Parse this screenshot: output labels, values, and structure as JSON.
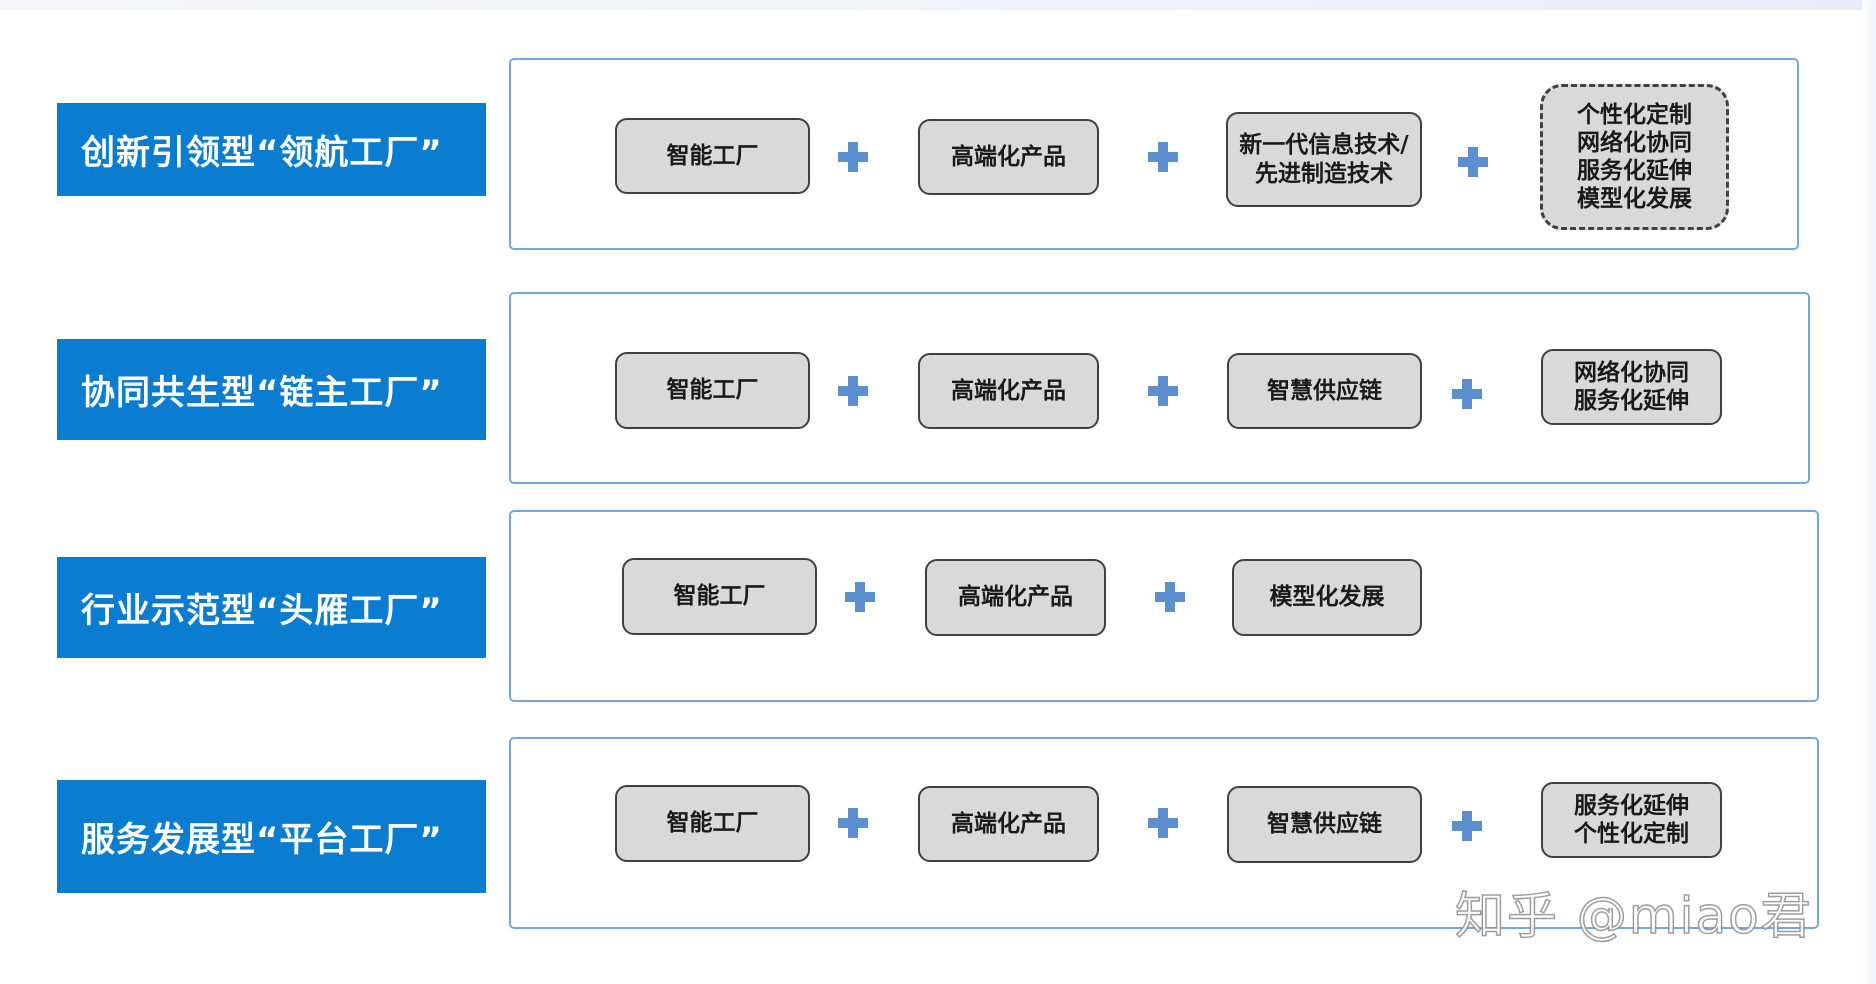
{
  "rows": [
    {
      "label": "创新引领型“领航工厂”",
      "nodes": [
        "智能工厂",
        "高端化产品",
        "新一代信息技术/\n先进制造技术",
        "个性化定制\n网络化协同\n服务化延伸\n模型化发展"
      ]
    },
    {
      "label": "协同共生型“链主工厂”",
      "nodes": [
        "智能工厂",
        "高端化产品",
        "智慧供应链",
        "网络化协同\n服务化延伸"
      ]
    },
    {
      "label": "行业示范型“头雁工厂”",
      "nodes": [
        "智能工厂",
        "高端化产品",
        "模型化发展"
      ]
    },
    {
      "label": "服务发展型“平台工厂”",
      "nodes": [
        "智能工厂",
        "高端化产品",
        "智慧供应链",
        "服务化延伸\n个性化定制"
      ]
    }
  ],
  "watermark": "知乎 @miao君",
  "colors": {
    "label_bg": "#0b7dd0",
    "panel_border": "#6fa9e0",
    "node_bg": "#d9d9d9",
    "node_border": "#404040",
    "plus": "#5b8fcf"
  }
}
